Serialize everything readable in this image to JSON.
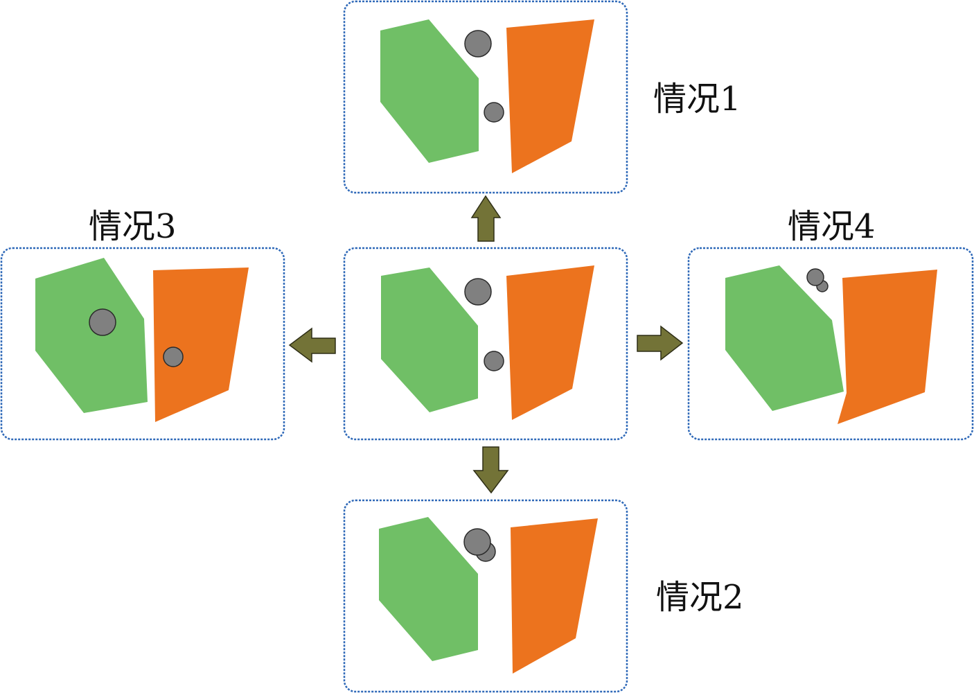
{
  "labels": {
    "case1": "情况1",
    "case2": "情况2",
    "case3": "情况3",
    "case4": "情况4"
  },
  "colors": {
    "green_block": "#70bf66",
    "orange_block": "#ec731e",
    "particle": "#808080",
    "particle_outline": "#2b2b2b",
    "frame_border": "#2f69b8",
    "arrow_fill": "#737337",
    "arrow_outline": "#2e2e16"
  }
}
